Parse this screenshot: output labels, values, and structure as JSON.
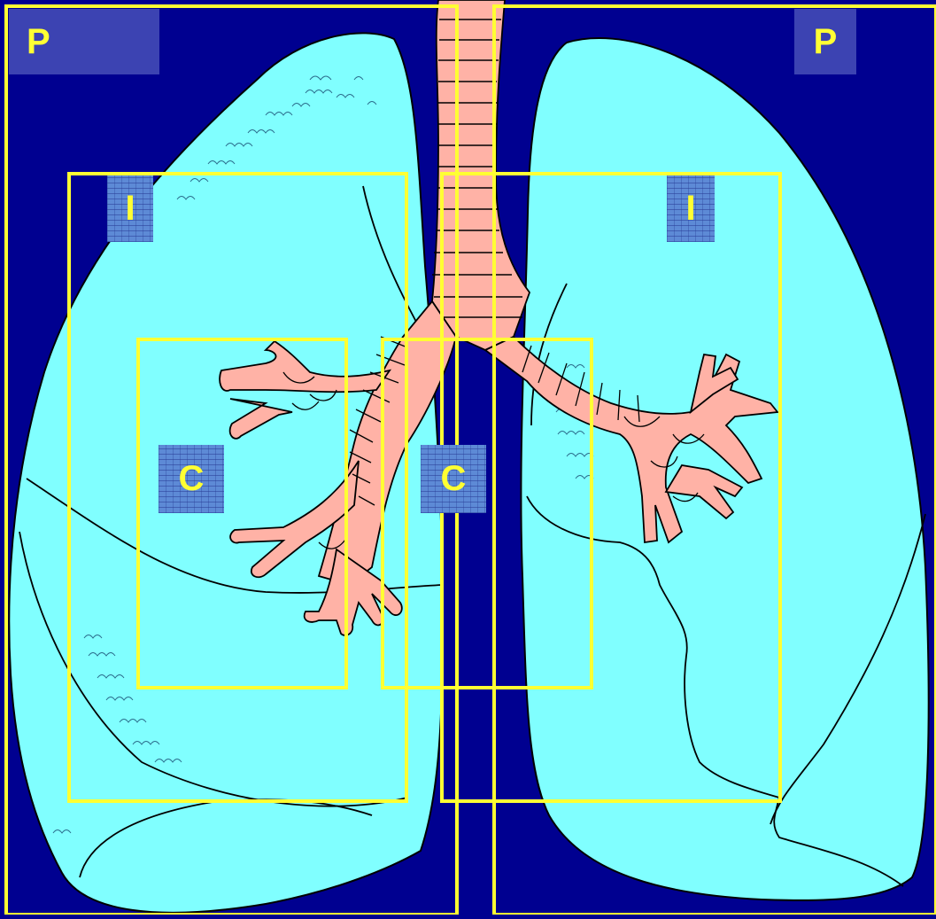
{
  "colors": {
    "background": "#000090",
    "lung_fill": "#80ffff",
    "airway_fill": "#ffb2a6",
    "outline": "#000000",
    "zone_box": "#ffff33",
    "label_text": "#ffff33"
  },
  "zones": {
    "peripheral_label": "P",
    "intermediate_label": "I",
    "central_label": "C"
  },
  "labels": {
    "p_left": "P",
    "p_right": "P",
    "i_left": "I",
    "i_right": "I",
    "c_left": "C",
    "c_right": "C"
  }
}
